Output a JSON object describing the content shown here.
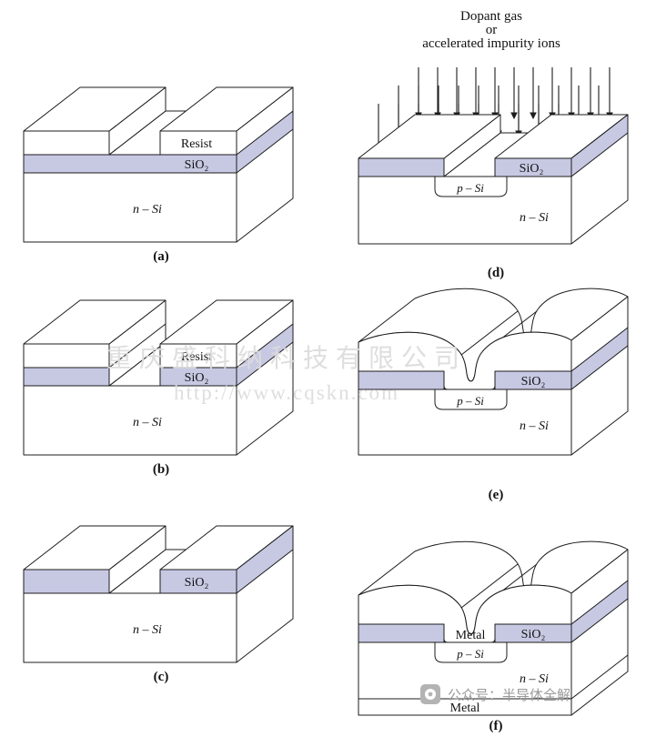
{
  "colors": {
    "oxide": "#c7c9e3",
    "line": "#1c1c1c"
  },
  "watermark": {
    "line1": "重庆盛科纳科技有限公司",
    "line2": "http://www.cqskn.com"
  },
  "footer": {
    "text": "公众号：半导体全解"
  },
  "panels": {
    "a": {
      "caption": "(a)",
      "labels": {
        "resist": "Resist",
        "sio2": "SiO₂",
        "nsi": "n – Si"
      }
    },
    "b": {
      "caption": "(b)",
      "labels": {
        "resist": "Resist",
        "sio2": "SiO₂",
        "nsi": "n – Si"
      }
    },
    "c": {
      "caption": "(c)",
      "labels": {
        "sio2": "SiO₂",
        "nsi": "n – Si"
      }
    },
    "d": {
      "caption": "(d)",
      "heading": [
        "Dopant gas",
        "or",
        "accelerated impurity ions"
      ],
      "labels": {
        "sio2": "SiO₂",
        "psi": "p – Si",
        "nsi": "n – Si"
      }
    },
    "e": {
      "caption": "(e)",
      "labels": {
        "sio2": "SiO₂",
        "psi": "p – Si",
        "nsi": "n – Si"
      }
    },
    "f": {
      "caption": "(f)",
      "labels": {
        "metal_top": "Metal",
        "sio2": "SiO₂",
        "psi": "p – Si",
        "nsi": "n – Si",
        "metal_bottom": "Metal"
      }
    }
  }
}
